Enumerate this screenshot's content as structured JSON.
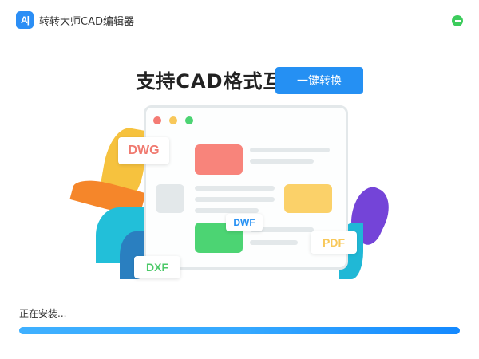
{
  "window": {
    "title": "转转大师CAD编辑器",
    "logo_text": "A|",
    "minimize_icon": "minus-circle-icon",
    "accent_color": "#2590f3"
  },
  "main": {
    "headline": "支持CAD格式互相转换",
    "illustration": {
      "convert_button": "一键转换",
      "tags": {
        "dwg": "DWG",
        "dwf": "DWF",
        "dxf": "DXF",
        "pdf": "PDF"
      },
      "colors": {
        "dwg": "#f07a70",
        "dwf": "#2590f3",
        "dxf": "#4cc968",
        "pdf": "#f8c85a"
      }
    }
  },
  "footer": {
    "status_text": "正在安装...",
    "progress_percent": 100
  }
}
